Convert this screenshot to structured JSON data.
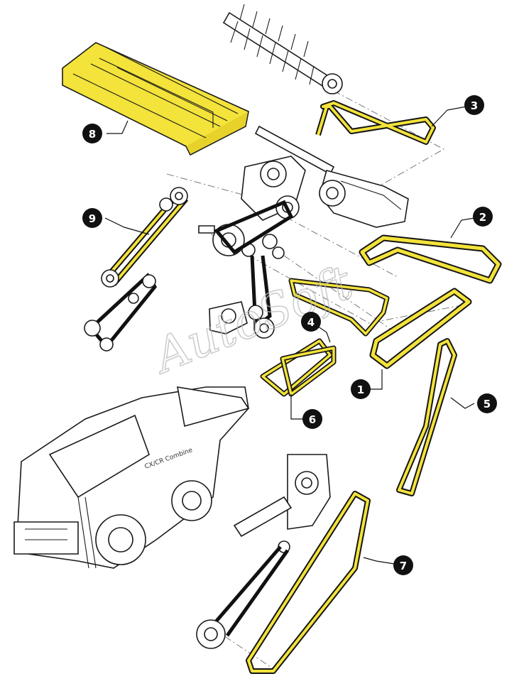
{
  "watermark": "AutoSoft",
  "colors": {
    "belt_highlight": "#f3e33a",
    "outline": "#141414",
    "callout_fill": "#111111",
    "callout_text": "#ffffff"
  },
  "callouts": [
    {
      "id": "c1",
      "label": "1"
    },
    {
      "id": "c2",
      "label": "2"
    },
    {
      "id": "c3",
      "label": "3"
    },
    {
      "id": "c4",
      "label": "4"
    },
    {
      "id": "c5",
      "label": "5"
    },
    {
      "id": "c6",
      "label": "6"
    },
    {
      "id": "c7",
      "label": "7"
    },
    {
      "id": "c8",
      "label": "8"
    },
    {
      "id": "c9",
      "label": "9"
    }
  ],
  "combine_branding": "CX/CR Combine"
}
